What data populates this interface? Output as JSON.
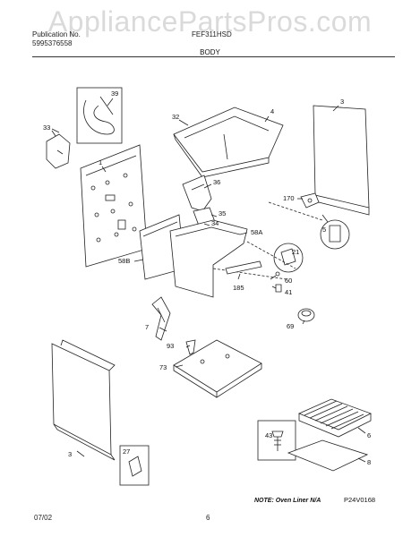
{
  "watermark": "AppliancePartsPros.com",
  "header": {
    "publication_label": "Publication No.",
    "publication_number": "5995376558",
    "model": "FEF311HSD",
    "section": "BODY"
  },
  "parts": [
    {
      "id": "p39",
      "label": "39"
    },
    {
      "id": "p33",
      "label": "33"
    },
    {
      "id": "p1",
      "label": "1"
    },
    {
      "id": "p32",
      "label": "32"
    },
    {
      "id": "p4",
      "label": "4"
    },
    {
      "id": "p3a",
      "label": "3"
    },
    {
      "id": "p36",
      "label": "36"
    },
    {
      "id": "p170",
      "label": "170"
    },
    {
      "id": "p35",
      "label": "35"
    },
    {
      "id": "p34",
      "label": "34"
    },
    {
      "id": "p5",
      "label": "5"
    },
    {
      "id": "p58A",
      "label": "58A"
    },
    {
      "id": "p58B",
      "label": "58B"
    },
    {
      "id": "p21",
      "label": "21"
    },
    {
      "id": "p60",
      "label": "60"
    },
    {
      "id": "p185",
      "label": "185"
    },
    {
      "id": "p41",
      "label": "41"
    },
    {
      "id": "p7",
      "label": "7"
    },
    {
      "id": "p69",
      "label": "69"
    },
    {
      "id": "p93",
      "label": "93"
    },
    {
      "id": "p73",
      "label": "73"
    },
    {
      "id": "p3b",
      "label": "3"
    },
    {
      "id": "p43",
      "label": "43"
    },
    {
      "id": "p6",
      "label": "6"
    },
    {
      "id": "p8",
      "label": "8"
    },
    {
      "id": "p27",
      "label": "27"
    }
  ],
  "note": "NOTE: Oven Liner N/A",
  "drawing_code": "P24V0168",
  "footer": {
    "date": "07/02",
    "page": "6"
  },
  "colors": {
    "line": "#222222",
    "panel_fill": "#f2f2f2",
    "watermark": "#969696"
  }
}
